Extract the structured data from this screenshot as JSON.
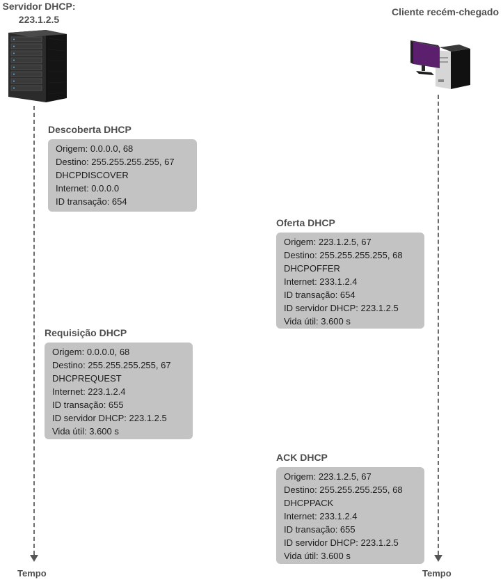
{
  "server": {
    "title_line1": "Servidor DHCP:",
    "title_line2": "223.1.2.5"
  },
  "client": {
    "title": "Cliente recém-chegado"
  },
  "time_label_left": "Tempo",
  "time_label_right": "Tempo",
  "messages": [
    {
      "title": "Descoberta DHCP",
      "lines": [
        "Origem: 0.0.0.0, 68",
        "Destino: 255.255.255.255, 67",
        "DHCPDISCOVER",
        "Internet: 0.0.0.0",
        "ID transação: 654"
      ]
    },
    {
      "title": "Oferta DHCP",
      "lines": [
        "Origem: 223.1.2.5, 67",
        "Destino: 255.255.255.255, 68",
        "DHCPOFFER",
        "Internet: 233.1.2.4",
        "ID transação: 654",
        "ID servidor DHCP: 223.1.2.5",
        "Vida útil: 3.600 s"
      ]
    },
    {
      "title": "Requisição DHCP",
      "lines": [
        "Origem: 0.0.0.0, 68",
        "Destino: 255.255.255.255, 67",
        "DHCPREQUEST",
        "Internet: 223.1.2.4",
        "ID transação: 655",
        "ID servidor DHCP: 223.1.2.5",
        "Vida útil: 3.600 s"
      ]
    },
    {
      "title": "ACK DHCP",
      "lines": [
        "Origem: 223.1.2.5, 67",
        "Destino: 255.255.255.255, 68",
        "DHCPPACK",
        "Internet: 233.1.2.4",
        "ID transação: 655",
        "ID servidor DHCP: 223.1.2.5",
        "Vida útil: 3.600 s"
      ]
    }
  ],
  "colors": {
    "box_fill": "#c3c3c3",
    "timeline": "#6b6b6b",
    "monitor_screen": "#5b1f6e"
  },
  "icons": {
    "server": "server-rack-icon",
    "client": "desktop-computer-icon"
  }
}
